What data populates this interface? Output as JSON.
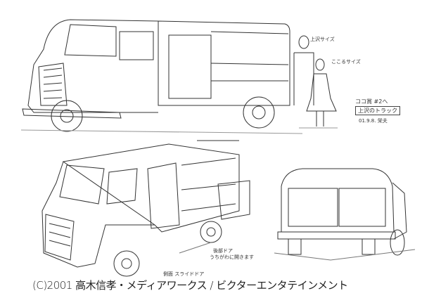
{
  "notes": {
    "uezawa_size": "上沢サイズ",
    "kokoro_size": "ここるサイズ",
    "episode": "ココ賞 #2へ",
    "truck_label": "上沢のトラック",
    "date": "01.9.8. 栄夫",
    "rear_door": "後部ドア",
    "rear_door_detail": "うちがわに開きます",
    "side_door": "側面 スライドドア"
  },
  "copyright": "(C)2001 高木信孝・メディアワークス / ビクターエンタテインメント",
  "colors": {
    "line": "#333333",
    "background": "#ffffff"
  }
}
